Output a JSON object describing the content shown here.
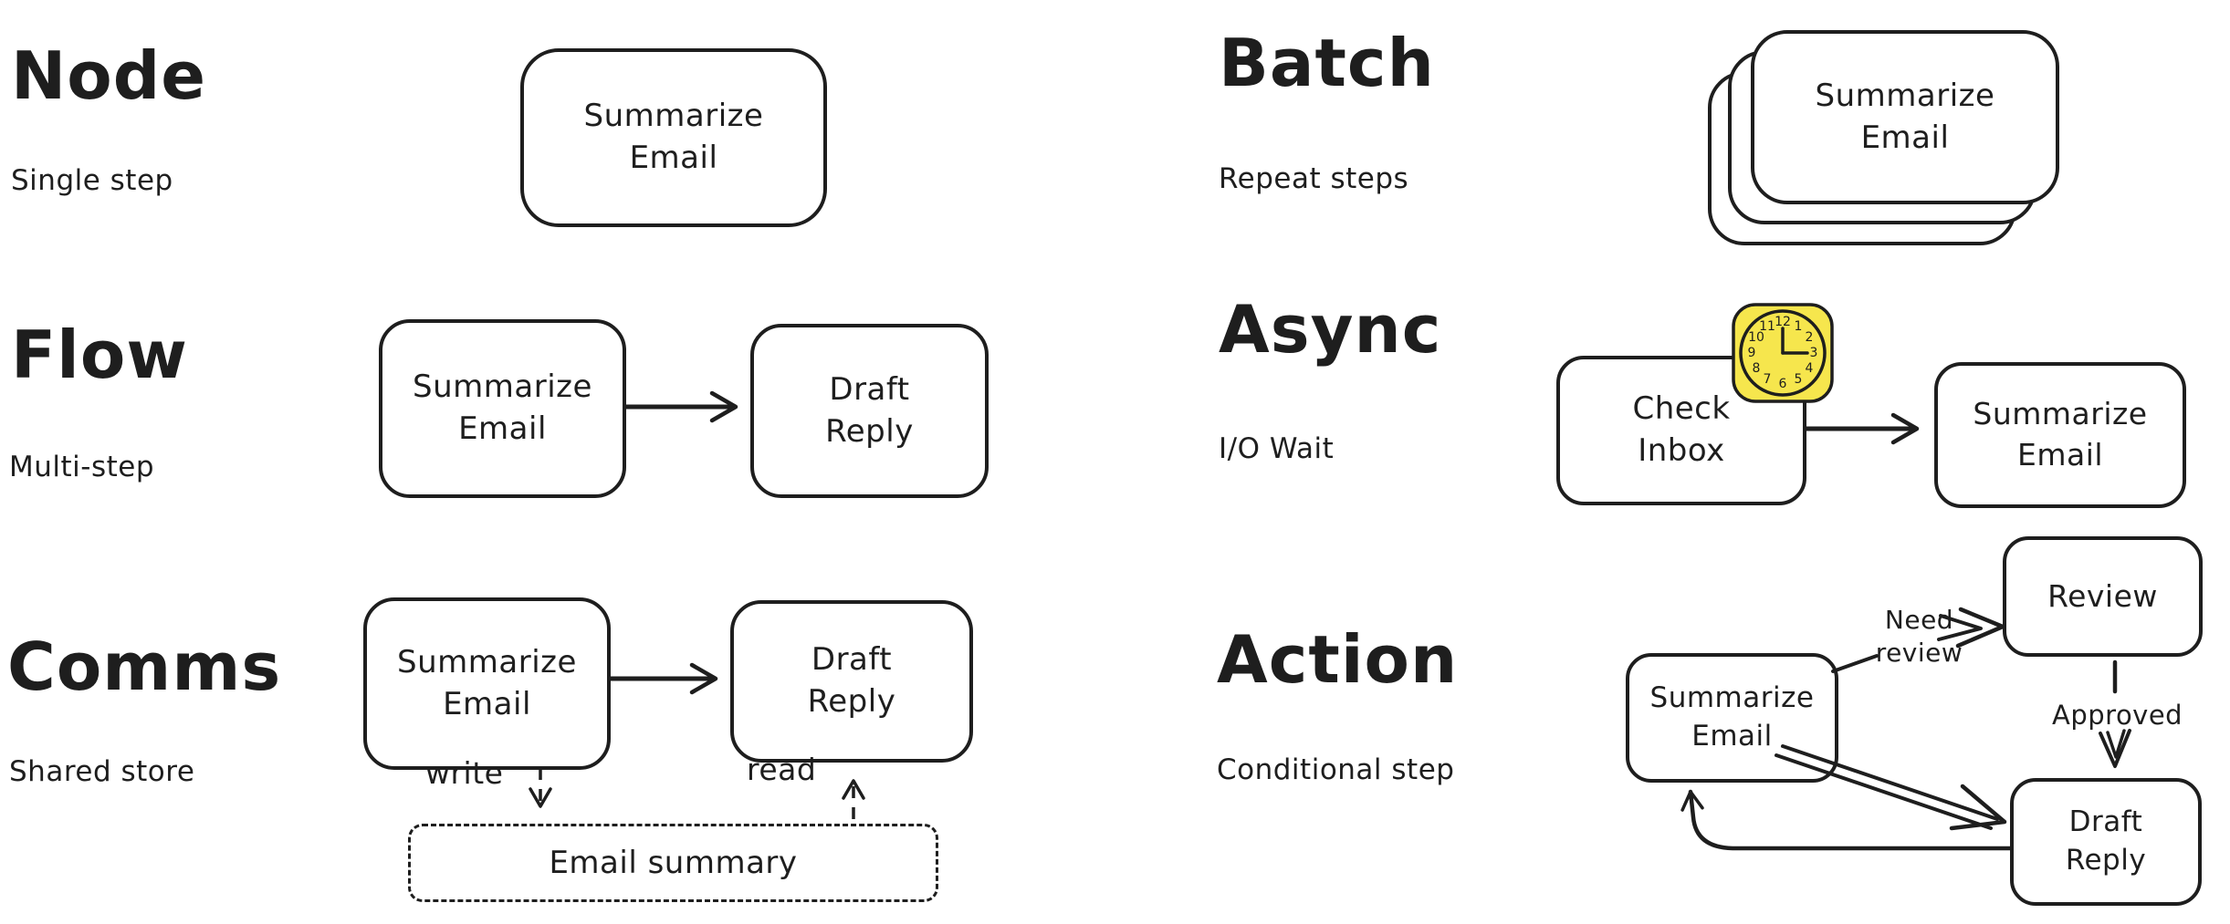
{
  "colors": {
    "ink": "#1e1e1e",
    "background": "#ffffff",
    "clock_fill": "#f6e64d"
  },
  "node": {
    "title": "Node",
    "subtitle": "Single step",
    "box1": "Summarize\nEmail"
  },
  "flow": {
    "title": "Flow",
    "subtitle": "Multi-step",
    "box1": "Summarize\nEmail",
    "box2": "Draft\nReply"
  },
  "comms": {
    "title": "Comms",
    "subtitle": "Shared store",
    "box1": "Summarize\nEmail",
    "box2": "Draft\nReply",
    "write_label": "write",
    "read_label": "read",
    "store_box": "Email summary"
  },
  "batch": {
    "title": "Batch",
    "subtitle": "Repeat steps",
    "box1": "Summarize\nEmail"
  },
  "async": {
    "title": "Async",
    "subtitle": "I/O Wait",
    "box1": "Check\nInbox",
    "box2": "Summarize\nEmail",
    "clock": {
      "icon": "clock-icon",
      "numbers": [
        "12",
        "1",
        "2",
        "3",
        "4",
        "5",
        "6",
        "7",
        "8",
        "9",
        "10",
        "11"
      ]
    }
  },
  "action": {
    "title": "Action",
    "subtitle": "Conditional step",
    "box1": "Summarize\nEmail",
    "box2": "Review",
    "box3": "Draft\nReply",
    "need_review_label": "Need\nreview",
    "approved_label": "Approved"
  }
}
